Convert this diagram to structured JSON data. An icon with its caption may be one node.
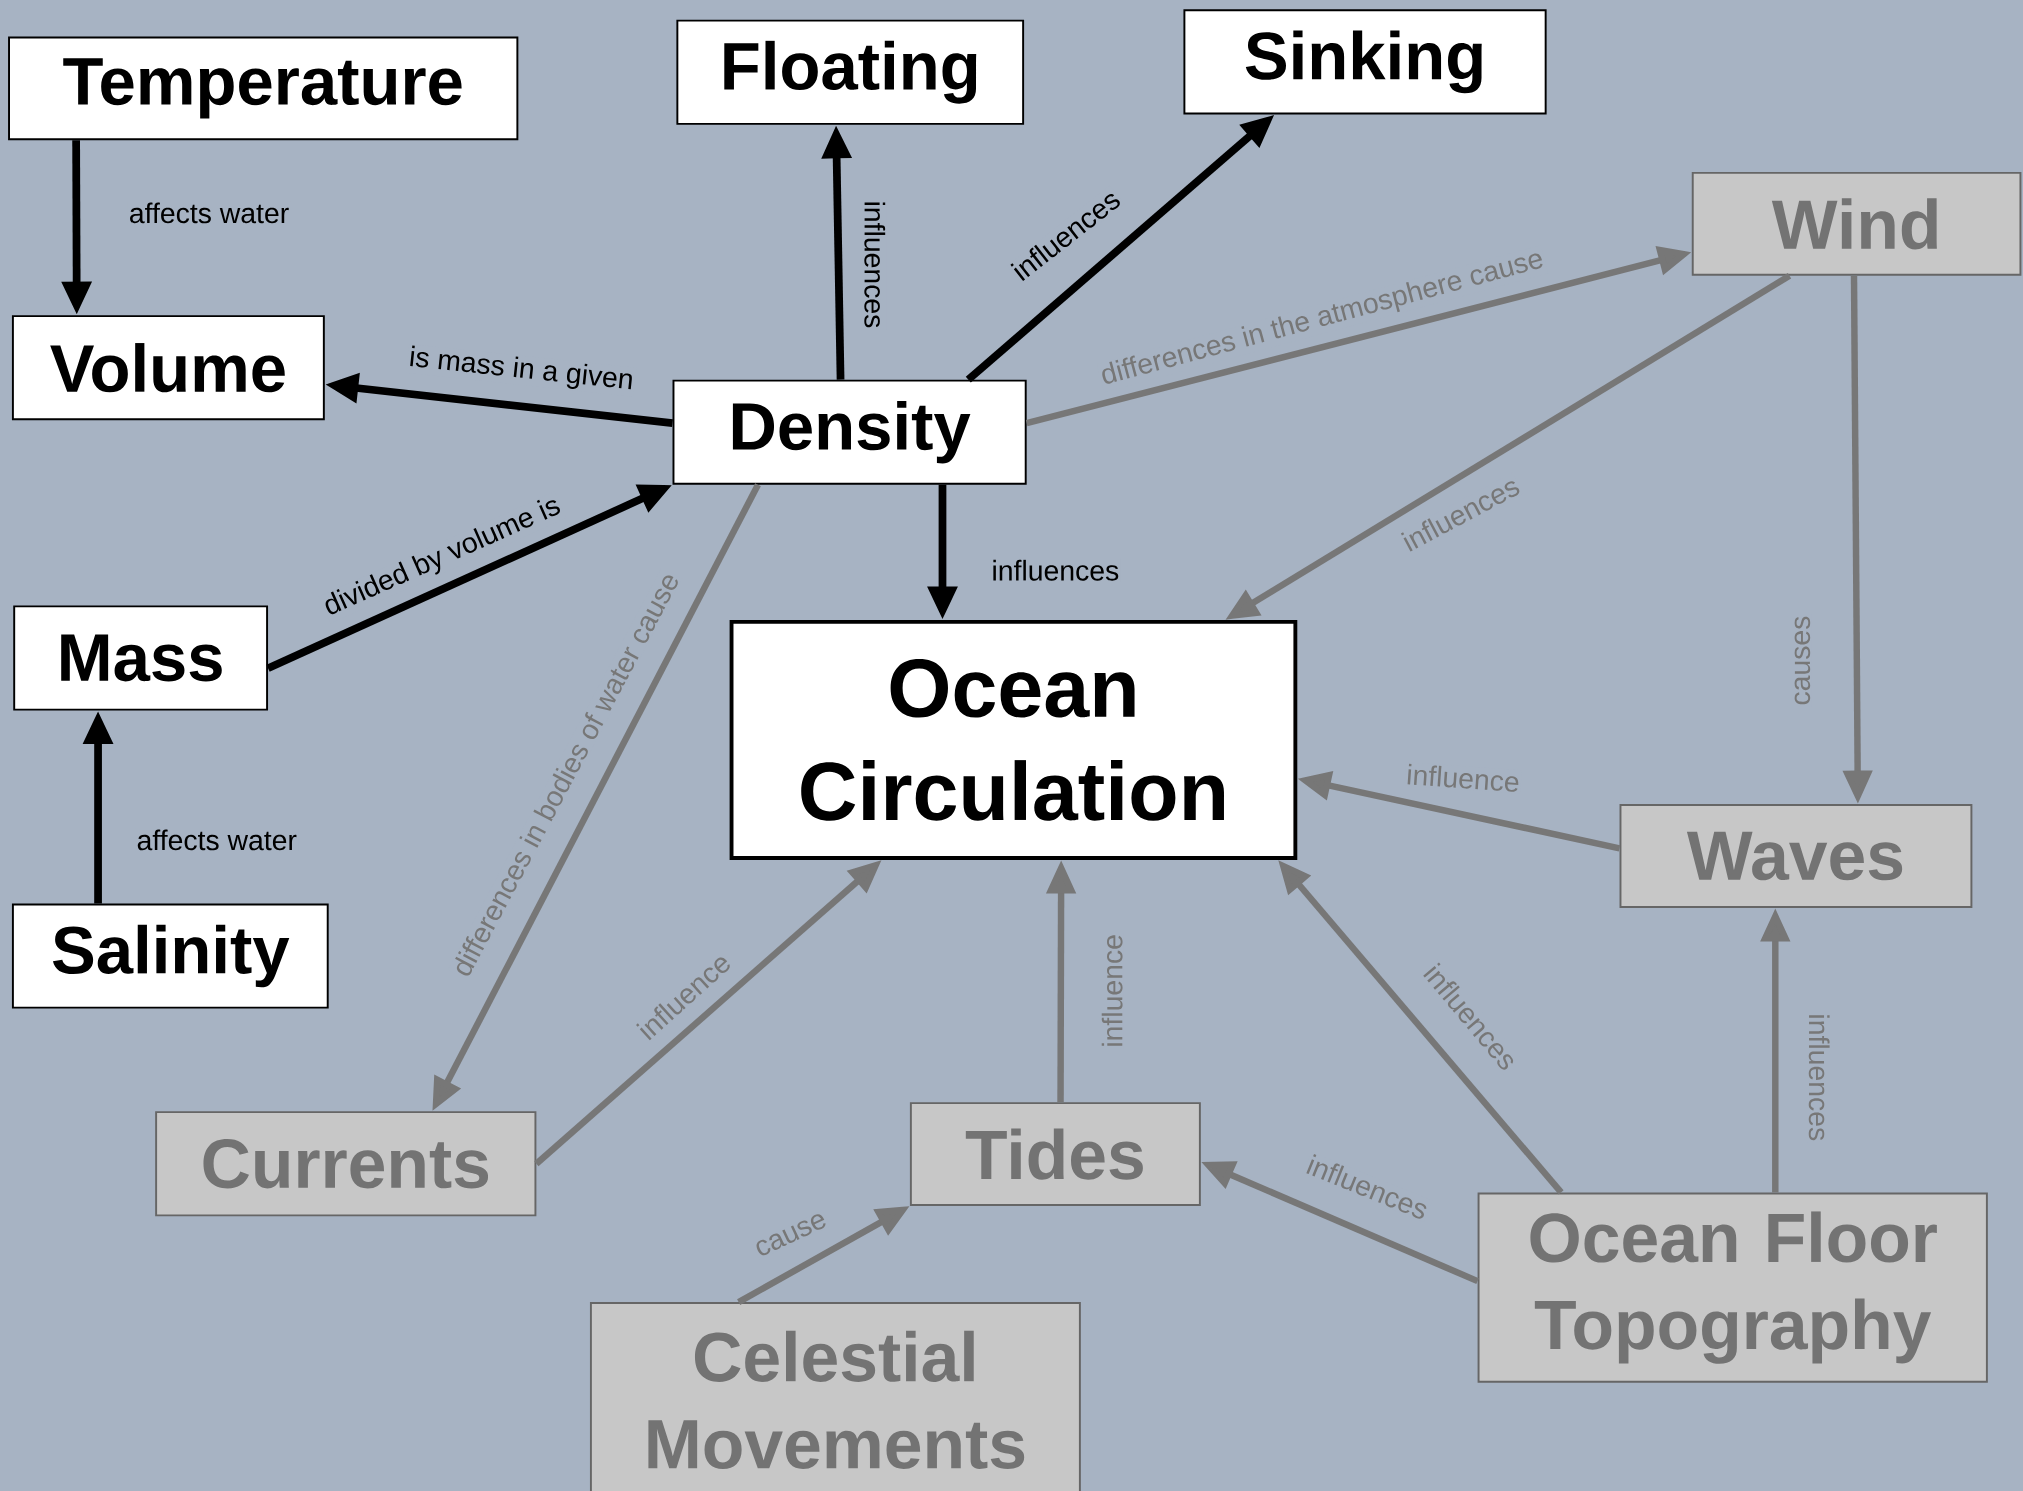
{
  "diagram": {
    "nodes": [
      {
        "text": [
          "Temperature"
        ]
      },
      {
        "text": [
          "Floating"
        ]
      },
      {
        "text": [
          "Sinking"
        ]
      },
      {
        "text": [
          "Wind"
        ]
      },
      {
        "text": [
          "Volume"
        ]
      },
      {
        "text": [
          "Density"
        ]
      },
      {
        "text": [
          "Mass"
        ]
      },
      {
        "text": [
          "Ocean Circulation"
        ]
      },
      {
        "text": [
          "Waves"
        ]
      },
      {
        "text": [
          "Salinity"
        ]
      },
      {
        "text": [
          "Currents"
        ]
      },
      {
        "text": [
          "Tides"
        ]
      },
      {
        "text": [
          "Ocean Floor Topography"
        ]
      },
      {
        "text": [
          "Celestial Movements"
        ]
      }
    ],
    "edges": [
      {
        "from": 0,
        "to": 4,
        "arrow": "to",
        "label": "affects water",
        "color": "#000000"
      },
      {
        "from": 5,
        "to": 1,
        "arrow": "to",
        "label": "influences",
        "color": "#000000"
      },
      {
        "from": 5,
        "to": 2,
        "arrow": "to",
        "label": "influences",
        "color": "#000000"
      },
      {
        "from": 5,
        "to": 4,
        "arrow": "to",
        "label": "is mass in a given",
        "color": "#000000"
      },
      {
        "from": 6,
        "to": 5,
        "arrow": "to",
        "label": "divided by volume is",
        "color": "#000000"
      },
      {
        "from": 5,
        "to": 7,
        "arrow": "to",
        "label": "influences",
        "color": "#000000"
      },
      {
        "from": 9,
        "to": 6,
        "arrow": "to",
        "label": "affects water",
        "color": "#000000"
      },
      {
        "from": 5,
        "to": 3,
        "arrow": "to",
        "label": "differences in the atmosphere cause"
      },
      {
        "from": 3,
        "to": 7,
        "arrow": "to",
        "label": "influences"
      },
      {
        "from": 3,
        "to": 8,
        "arrow": "to",
        "label": "causes"
      },
      {
        "from": 5,
        "to": 10,
        "arrow": "to",
        "label": "differences in bodies of water cause"
      },
      {
        "from": 10,
        "to": 7,
        "arrow": "to",
        "label": "influence"
      },
      {
        "from": 8,
        "to": 7,
        "arrow": "to",
        "label": "influence"
      },
      {
        "from": 11,
        "to": 7,
        "arrow": "to",
        "label": "influence"
      },
      {
        "from": 12,
        "to": 7,
        "arrow": "to",
        "label": "influences"
      },
      {
        "from": 12,
        "to": 11,
        "arrow": "to",
        "label": "influences"
      },
      {
        "from": 12,
        "to": 8,
        "arrow": "to",
        "label": "influences"
      },
      {
        "from": 13,
        "to": 11,
        "arrow": "to",
        "label": "cause"
      }
    ]
  }
}
